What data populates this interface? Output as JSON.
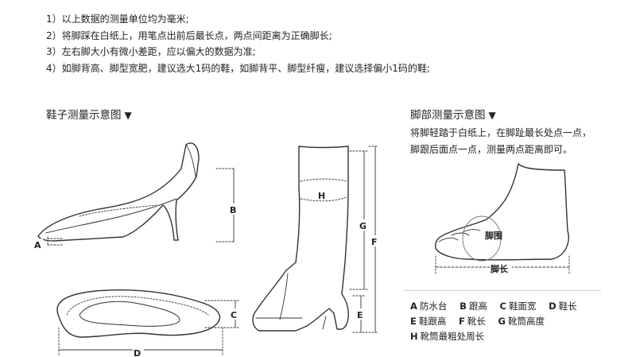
{
  "notes": [
    "1）以上数据的测量单位均为毫米;",
    "2）将脚踩在白纸上，用笔点出前后最长点，两点间距离为正确脚长;",
    "3）左右脚大小有微小差距，应以偏大的数据为准;",
    "4）如脚背高、脚型宽肥，建议选大1码的鞋，如脚背平、脚型纤瘦，建议选择偏小1码的鞋;"
  ],
  "shoe_section": {
    "title": "鞋子测量示意图",
    "marker": "▼"
  },
  "foot_section": {
    "title": "脚部测量示意图",
    "marker": "▼",
    "desc": [
      "将脚轻踏于白纸上，在脚趾最长处点一点，",
      "脚跟后面点一点，测量两点距离即可。"
    ],
    "label_girth": "脚围",
    "label_length": "脚长"
  },
  "diagram_labels": {
    "A": "A",
    "B": "B",
    "C": "C",
    "D": "D",
    "E": "E",
    "F": "F",
    "G": "G",
    "H": "H"
  },
  "legend": [
    [
      {
        "key": "A",
        "text": "防水台"
      },
      {
        "key": "B",
        "text": "跟高"
      },
      {
        "key": "C",
        "text": "鞋面宽"
      },
      {
        "key": "D",
        "text": "鞋长"
      }
    ],
    [
      {
        "key": "E",
        "text": "鞋跟高"
      },
      {
        "key": "F",
        "text": "靴长"
      },
      {
        "key": "G",
        "text": "靴筒高度"
      }
    ],
    [
      {
        "key": "H",
        "text": "靴筒最粗处周长"
      }
    ]
  ]
}
